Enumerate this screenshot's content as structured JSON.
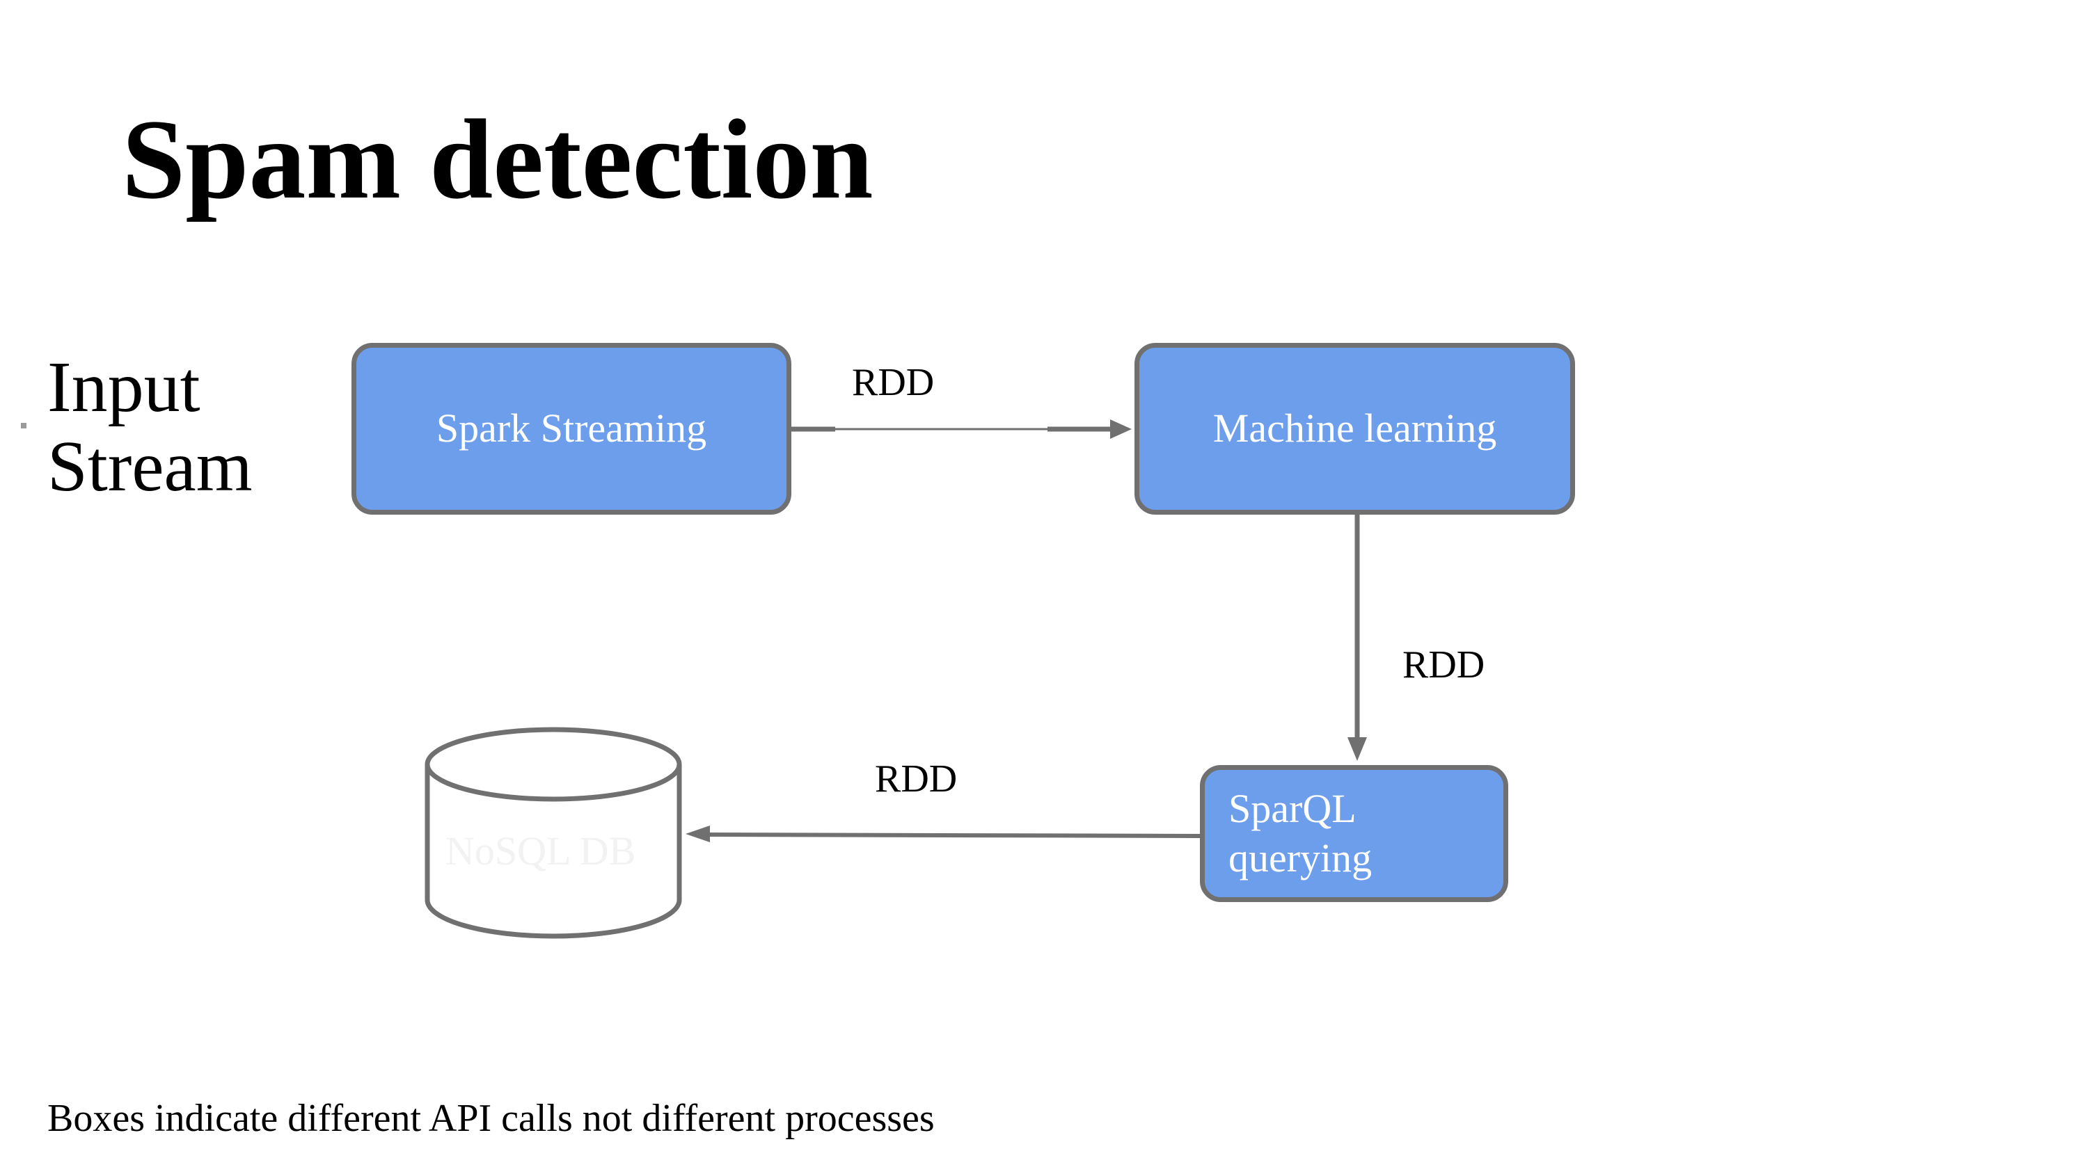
{
  "slide": {
    "title": "Spam detection",
    "input_label": "Input\nStream",
    "footnote": "Boxes indicate different API calls not different processes"
  },
  "diagram": {
    "nodes": {
      "spark_streaming": "Spark Streaming",
      "machine_learning": "Machine learning",
      "sparql_querying": "SparQL\nquerying",
      "nosql_db": "NoSQL DB"
    },
    "edges": [
      {
        "from": "spark_streaming",
        "to": "machine_learning",
        "label": "RDD"
      },
      {
        "from": "machine_learning",
        "to": "sparql_querying",
        "label": "RDD"
      },
      {
        "from": "sparql_querying",
        "to": "nosql_db",
        "label": "RDD"
      }
    ]
  },
  "colors": {
    "box_fill": "#6d9eeb",
    "box_border": "#707070",
    "box_text": "#ffffff",
    "arrow": "#707070",
    "db_outline": "#707070",
    "text": "#000000"
  }
}
